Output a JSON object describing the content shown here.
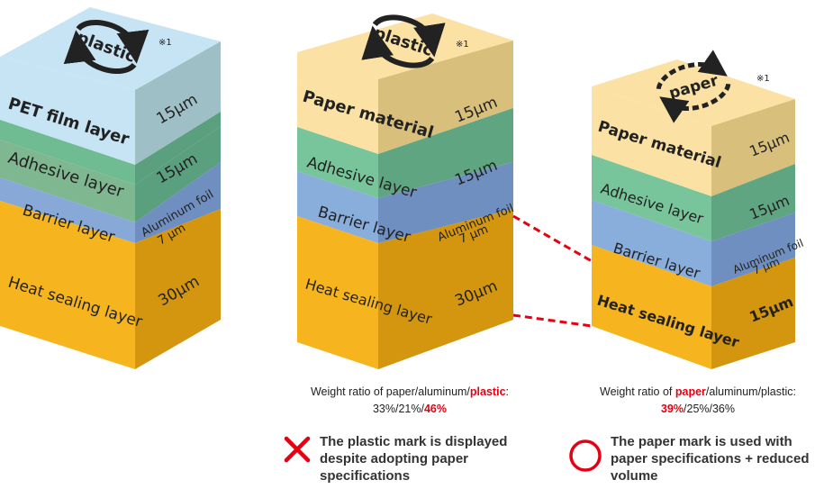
{
  "blocks": [
    {
      "mark": "plastic",
      "note": "※1",
      "layers": [
        {
          "name": "PET film layer",
          "thickness": "15μm"
        },
        {
          "name": "Adhesive layer",
          "thickness": "15μm"
        },
        {
          "name": "Barrier layer",
          "thickness": "Aluminum foil",
          "thickness2": "7 μm"
        },
        {
          "name": "Heat sealing layer",
          "thickness": "30μm"
        }
      ]
    },
    {
      "mark": "plastic",
      "note": "※1",
      "layers": [
        {
          "name": "Paper material",
          "thickness": "15μm"
        },
        {
          "name": "Adhesive layer",
          "thickness": "15μm"
        },
        {
          "name": "Barrier layer",
          "thickness": "Aluminum foil",
          "thickness2": "7 μm"
        },
        {
          "name": "Heat sealing layer",
          "thickness": "30μm"
        }
      ]
    },
    {
      "mark": "paper",
      "note": "※1",
      "layers": [
        {
          "name": "Paper material",
          "thickness": "15μm"
        },
        {
          "name": "Adhesive layer",
          "thickness": "15μm"
        },
        {
          "name": "Barrier layer",
          "thickness": "Aluminum foil",
          "thickness2": "7 μm"
        },
        {
          "name": "Heat sealing layer",
          "thickness": "15μm"
        }
      ]
    }
  ],
  "captions": {
    "middle": {
      "prefix": "Weight ratio of paper/aluminum/",
      "highlight": "plastic",
      "suffix": ":",
      "values_prefix": "33%/21%/",
      "values_highlight": "46%"
    },
    "right": {
      "prefix": "Weight ratio of ",
      "highlight": "paper",
      "suffix": "/aluminum/plastic:",
      "values_highlight": "39%",
      "values_suffix": "/25%/36%"
    }
  },
  "notes": {
    "bad": "The plastic mark is displayed despite adopting paper specifications",
    "good": "The paper mark is used with paper specifications + reduced volume"
  },
  "colors": {
    "pet": "#c7e4f4",
    "paper": "#fbe2a4",
    "adhesive": "#78c59b",
    "barrier": "#8aaedb",
    "seal": "#f6b51e",
    "bad_mark": "#e60012",
    "good_mark": "#e60012"
  }
}
